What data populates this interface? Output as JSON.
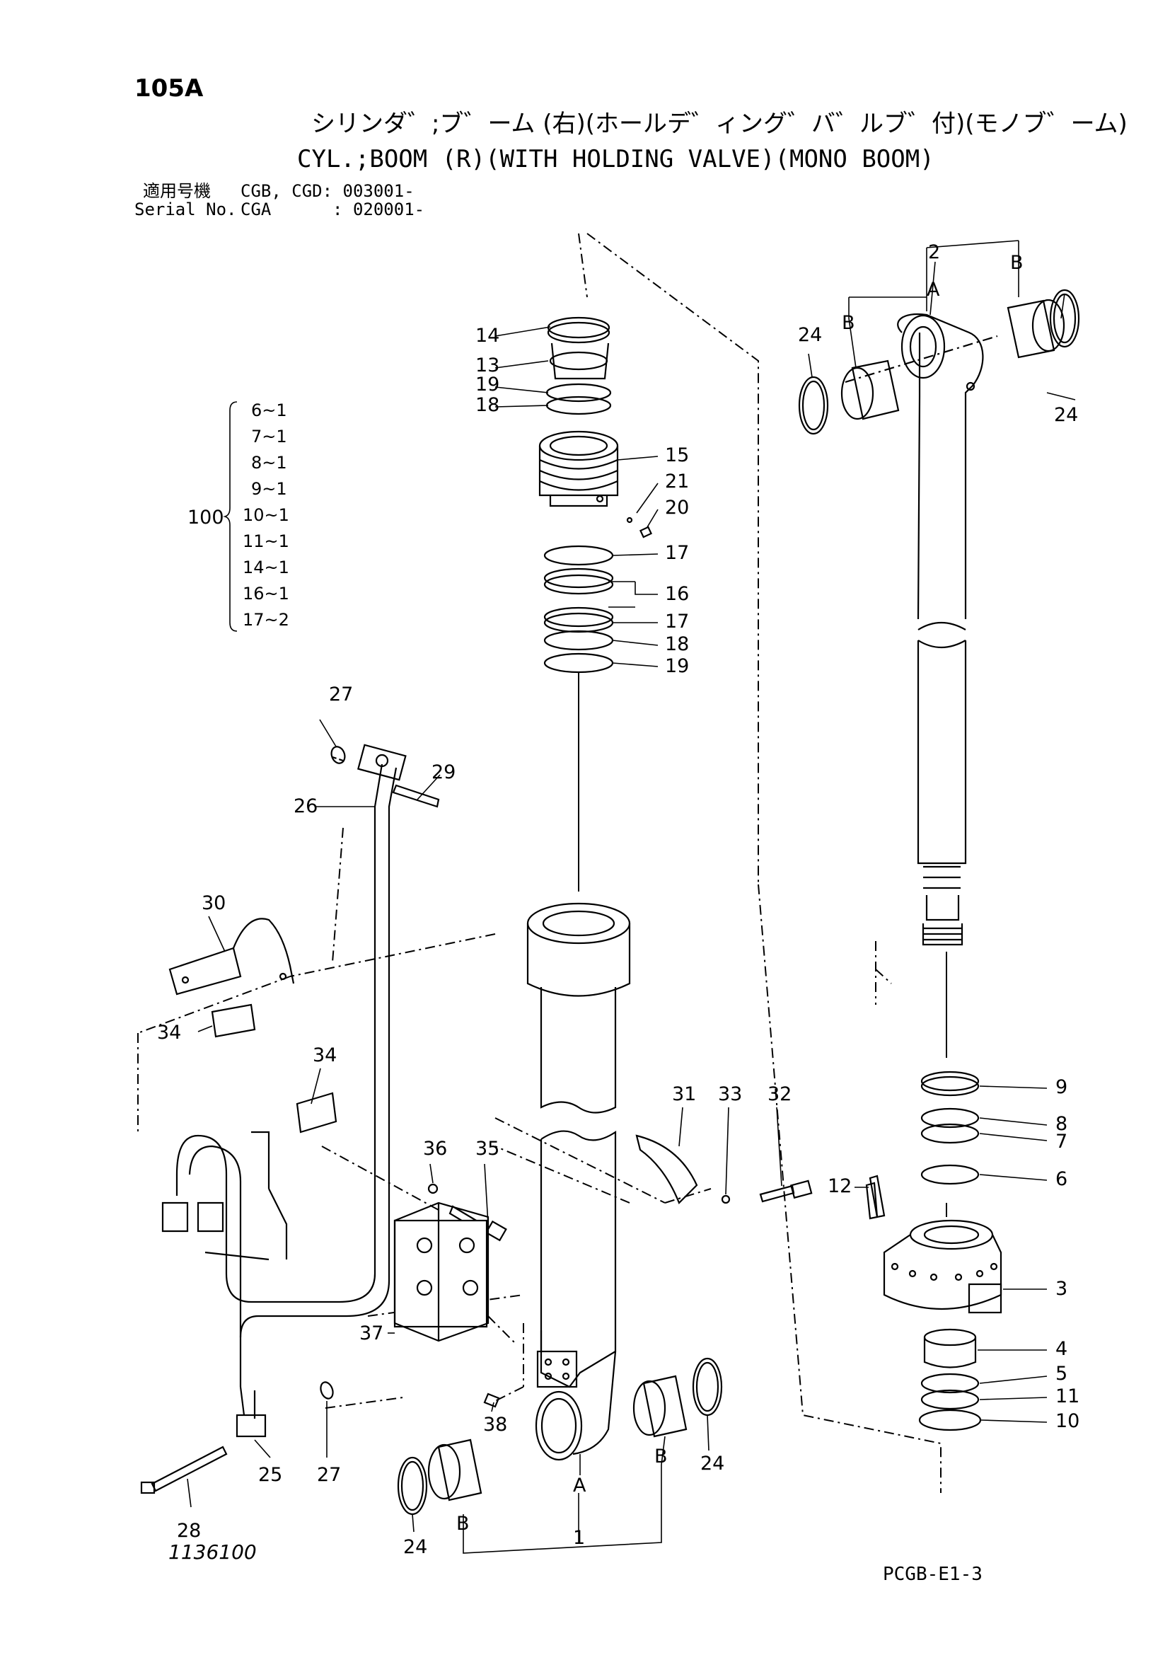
{
  "header": {
    "page_code": "105A",
    "title_jp": "シリンダ゛;ブ゛ーム (右)(ホールデ゛ィング゛バ゛ルブ゛付)(モノブ゛ーム)",
    "title_en": "CYL.;BOOM (R)(WITH HOLDING VALVE)(MONO BOOM)",
    "serial": [
      {
        "label": "適用号機",
        "value": "CGB, CGD: 003001-"
      },
      {
        "label": "Serial No.",
        "value": "CGA      : 020001-"
      }
    ]
  },
  "kit": {
    "number": "100",
    "items": [
      "6~1",
      "7~1",
      "8~1",
      "9~1",
      "10~1",
      "11~1",
      "14~1",
      "16~1",
      "17~2"
    ]
  },
  "callouts": {
    "p1": "1",
    "p2": "2",
    "p3": "3",
    "p4": "4",
    "p5": "5",
    "p6": "6",
    "p7": "7",
    "p8": "8",
    "p9": "9",
    "p10": "10",
    "p11": "11",
    "p12": "12",
    "p13": "13",
    "p14": "14",
    "p15": "15",
    "p16": "16",
    "p17a": "17",
    "p17b": "17",
    "p18a": "18",
    "p18b": "18",
    "p19a": "19",
    "p19b": "19",
    "p20": "20",
    "p21": "21",
    "p24a": "24",
    "p24b": "24",
    "p24c": "24",
    "p24d": "24",
    "p25": "25",
    "p26": "26",
    "p27a": "27",
    "p27b": "27",
    "p28": "28",
    "p29": "29",
    "p30": "30",
    "p31": "31",
    "p32": "32",
    "p33": "33",
    "p34a": "34",
    "p34b": "34",
    "p35": "35",
    "p36": "36",
    "p37": "37",
    "p38": "38",
    "A1": "A",
    "A2": "A",
    "B1": "B",
    "B2": "B",
    "B3": "B",
    "B4": "B"
  },
  "footer": {
    "figure_number": "1136100",
    "sheet_id": "PCGB-E1-3"
  }
}
